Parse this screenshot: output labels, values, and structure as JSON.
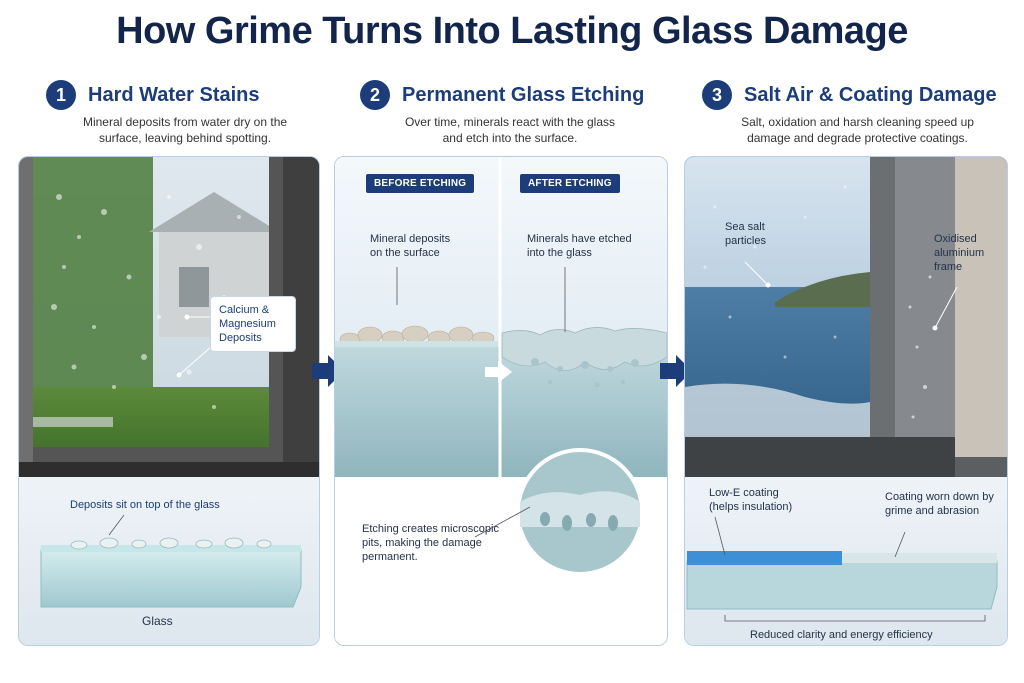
{
  "title": "How Grime Turns Into Lasting Glass Damage",
  "steps": [
    {
      "num": "1",
      "title": "Hard Water Stains",
      "desc": "Mineral deposits from water dry on the surface, leaving behind spotting."
    },
    {
      "num": "2",
      "title": "Permanent Glass Etching",
      "desc": "Over time, minerals react with the glass and etch into the surface."
    },
    {
      "num": "3",
      "title": "Salt Air & Coating Damage",
      "desc": "Salt, oxidation and harsh cleaning speed up damage and degrade protective coatings."
    }
  ],
  "panel1": {
    "callout_deposits": "Calcium & Magnesium Deposits",
    "sit_label": "Deposits sit on top of the glass",
    "glass_label": "Glass"
  },
  "panel2": {
    "before_tag": "BEFORE ETCHING",
    "after_tag": "AFTER ETCHING",
    "before_label": "Mineral deposits on the surface",
    "after_label": "Minerals have etched into the glass",
    "pits_label": "Etching creates microscopic pits, making the damage permanent."
  },
  "panel3": {
    "salt_label": "Sea salt particles",
    "frame_label": "Oxidised aluminium frame",
    "lowe_label": "Low-E coating (helps insulation)",
    "worn_label": "Coating worn down by grime and abrasion",
    "reduced_label": "Reduced clarity and energy efficiency"
  },
  "colors": {
    "navy": "#1c3d7a",
    "panel_border": "#b9cde3",
    "coating_blue": "#3d8fd6"
  }
}
